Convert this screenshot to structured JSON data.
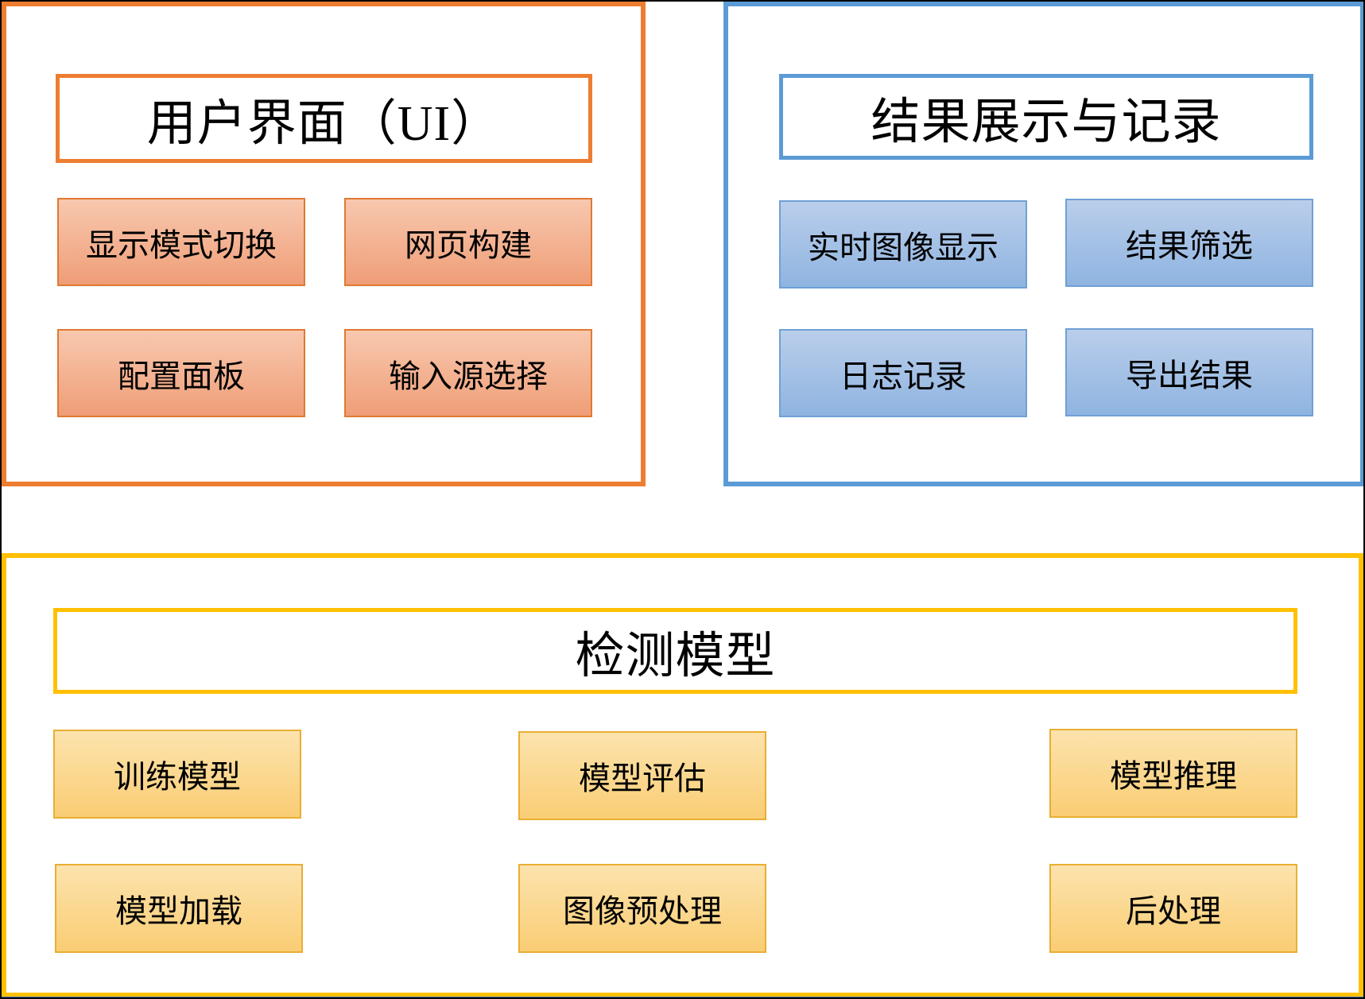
{
  "diagram": {
    "sections": [
      {
        "id": "ui",
        "title": "用户界面（UI）",
        "accent_color": "#ED7D31",
        "items": [
          {
            "label": "显示模式切换"
          },
          {
            "label": "网页构建"
          },
          {
            "label": "配置面板"
          },
          {
            "label": "输入源选择"
          }
        ]
      },
      {
        "id": "results",
        "title": "结果展示与记录",
        "accent_color": "#5B9BD5",
        "items": [
          {
            "label": "实时图像显示"
          },
          {
            "label": "结果筛选"
          },
          {
            "label": "日志记录"
          },
          {
            "label": "导出结果"
          }
        ]
      },
      {
        "id": "model",
        "title": "检测模型",
        "accent_color": "#FFC000",
        "items": [
          {
            "label": "训练模型"
          },
          {
            "label": "模型评估"
          },
          {
            "label": "模型推理"
          },
          {
            "label": "模型加载"
          },
          {
            "label": "图像预处理"
          },
          {
            "label": "后处理"
          }
        ]
      }
    ],
    "canvas_edge_color": "#000000",
    "bottom_edge_color": "#4472C4"
  }
}
